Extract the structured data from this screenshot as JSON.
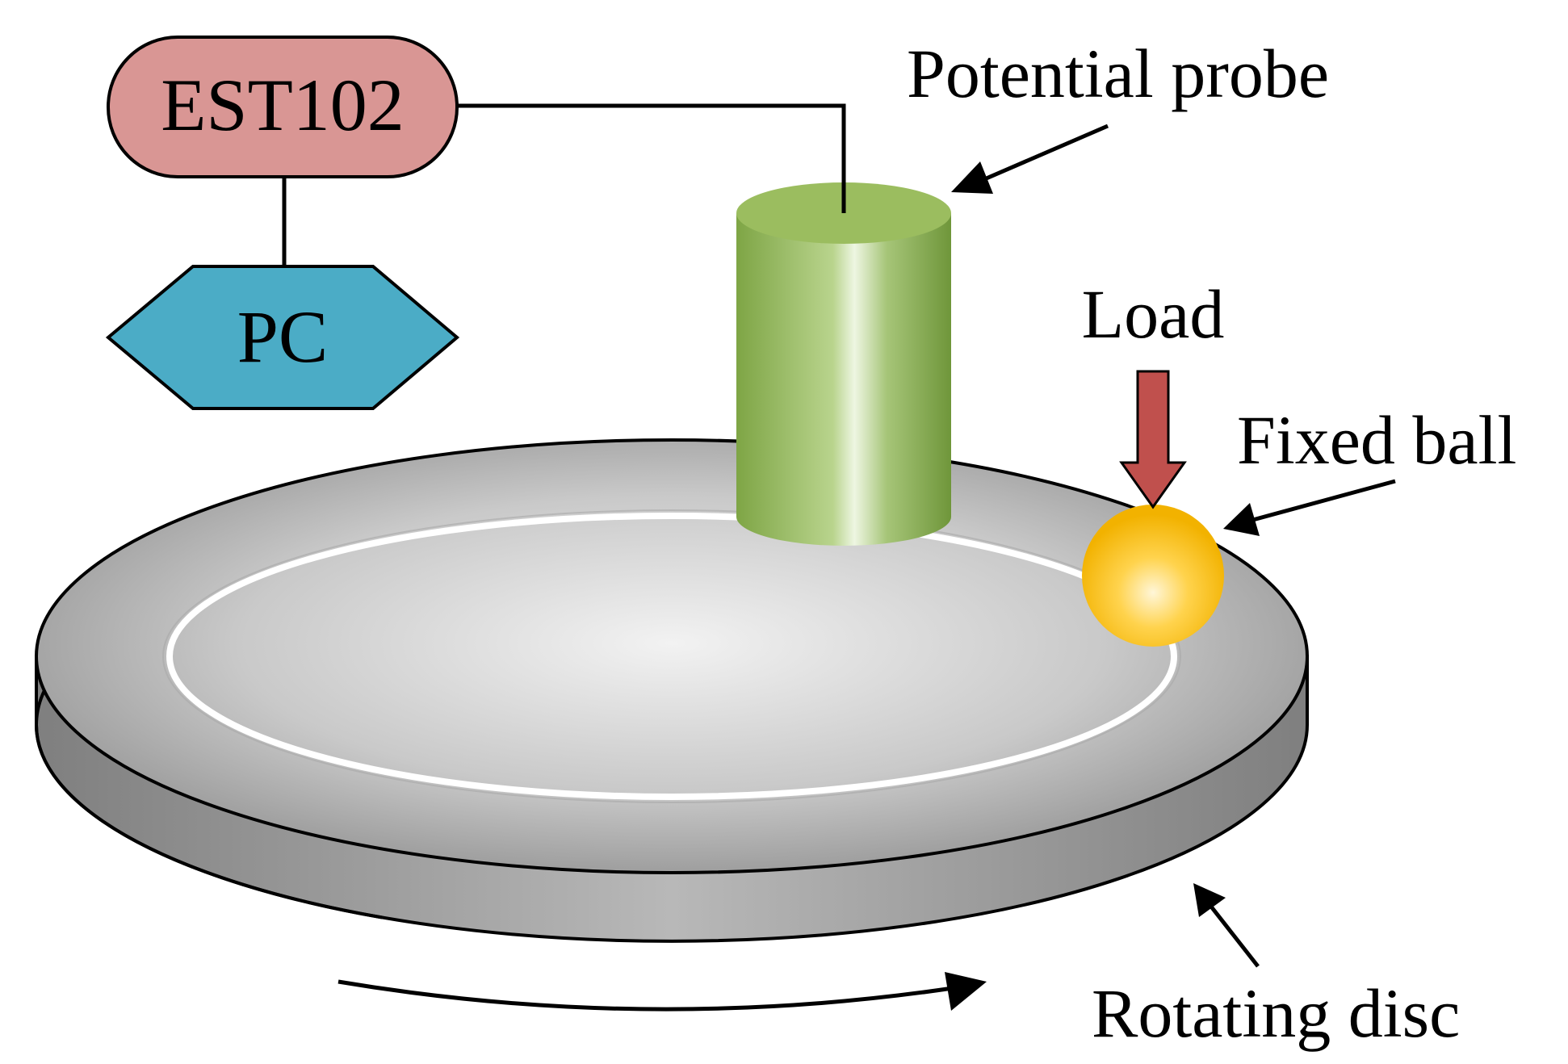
{
  "controller": {
    "label": "EST102",
    "fill": "#D99694"
  },
  "computer": {
    "label": "PC",
    "fill": "#4BACC6"
  },
  "probe": {
    "label": "Potential probe",
    "color": "#8DB255"
  },
  "load": {
    "label": "Load",
    "color": "#C0504D"
  },
  "ball": {
    "label": "Fixed ball",
    "color": "#FFC000"
  },
  "disc": {
    "label": "Rotating disc",
    "color": "#BFBFBF"
  }
}
